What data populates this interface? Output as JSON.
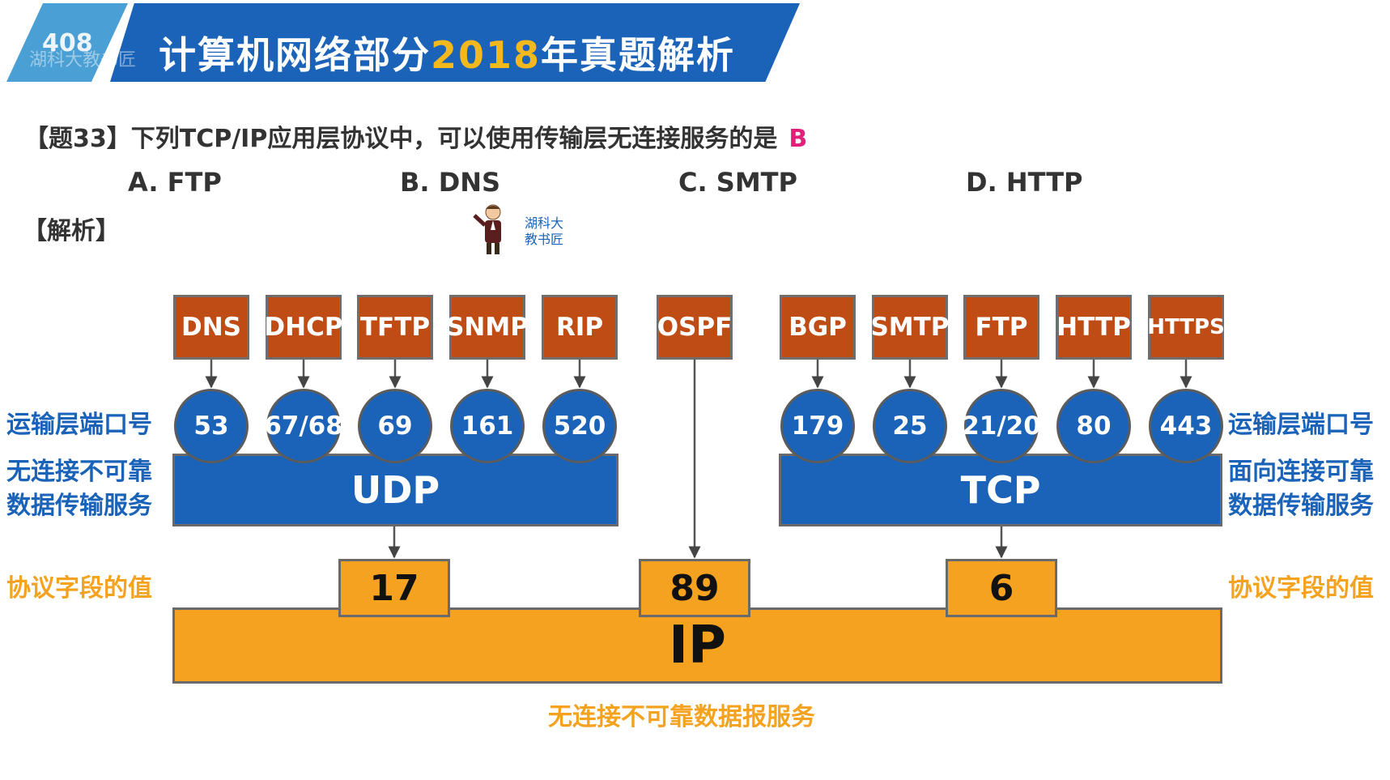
{
  "header": {
    "number": "408",
    "watermark": "湖科大教书匠",
    "title_part1": "计算机网络部分",
    "title_year": "2018",
    "title_part2": "年真题解析"
  },
  "question": {
    "text": "【题33】下列TCP/IP应用层协议中，可以使用传输层无连接服务的是",
    "answer": "B",
    "options": [
      "A. FTP",
      "B. DNS",
      "C. SMTP",
      "D. HTTP"
    ],
    "analysis_label": "【解析】"
  },
  "mascot": {
    "line1": "湖科大",
    "line2": "教书匠"
  },
  "diagram": {
    "udp_protocols": [
      "DNS",
      "DHCP",
      "TFTP",
      "SNMP",
      "RIP"
    ],
    "udp_ports": [
      "53",
      "67/68",
      "69",
      "161",
      "520"
    ],
    "ospf": "OSPF",
    "tcp_protocols": [
      "BGP",
      "SMTP",
      "FTP",
      "HTTP",
      "HTTPS"
    ],
    "tcp_ports": [
      "179",
      "25",
      "21/20",
      "80",
      "443"
    ],
    "udp_label": "UDP",
    "tcp_label": "TCP",
    "proto_udp": "17",
    "proto_ospf": "89",
    "proto_tcp": "6",
    "ip_label": "IP",
    "left_port_label": "运输层端口号",
    "right_port_label": "运输层端口号",
    "udp_desc_line1": "无连接不可靠",
    "udp_desc_line2": "数据传输服务",
    "tcp_desc_line1": "面向连接可靠",
    "tcp_desc_line2": "数据传输服务",
    "left_proto_label": "协议字段的值",
    "right_proto_label": "协议字段的值",
    "ip_desc": "无连接不可靠数据报服务"
  },
  "colors": {
    "header_blue": "#1a63b8",
    "header_light": "#4a9fd4",
    "year_yellow": "#f2b81c",
    "proto_box": "#bf4c14",
    "transport_blue": "#1a63b8",
    "orange": "#f4a21f",
    "answer_pink": "#e0207a"
  }
}
